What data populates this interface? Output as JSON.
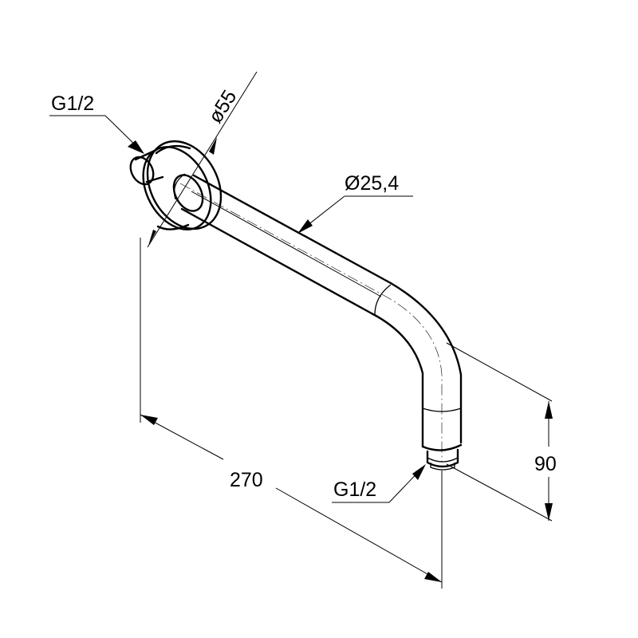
{
  "dimensions": {
    "inlet_thread": "G1/2",
    "flange_diameter": "ø55",
    "pipe_diameter": "Ø25,4",
    "projection_length": "270",
    "drop_height": "90",
    "outlet_thread": "G1/2"
  },
  "colors": {
    "line": "#000000",
    "background": "#ffffff"
  }
}
